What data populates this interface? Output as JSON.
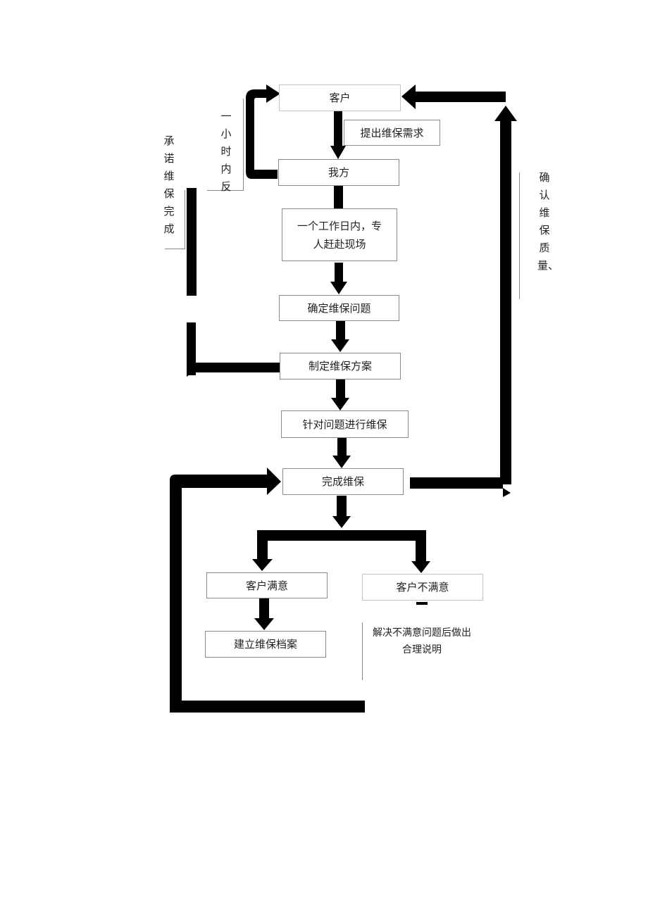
{
  "nodes": {
    "customer": "客户",
    "request": "提出维保需求",
    "us": "我方",
    "dispatch": "一个工作日内，专人赶赴现场",
    "confirm_issue": "确定维保问题",
    "plan": "制定维保方案",
    "repair": "针对问题进行维保",
    "done": "完成维保",
    "satisfied": "客户满意",
    "unsatisfied": "客户不满意",
    "archive": "建立维保档案"
  },
  "notes": {
    "response": "一小时内反",
    "promise": "承诺维保完成时",
    "quality": "确认维保质量、时",
    "explain": "解决不满意问题后做出合理说明"
  }
}
